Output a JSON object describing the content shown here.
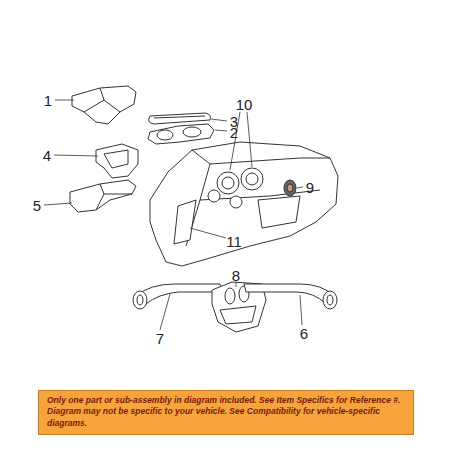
{
  "diagram": {
    "nodes": [
      {
        "text": [
          "Only one part or sub-assembly in diagram included. See Item Specifics for Reference #. Diagram may not be specific to your vehicle. See Compatibility for vehicle-specific diagrams."
        ]
      }
    ],
    "labels": [
      "1",
      "3",
      "2",
      "4",
      "5",
      "10",
      "9",
      "11",
      "7",
      "8",
      "6"
    ]
  }
}
